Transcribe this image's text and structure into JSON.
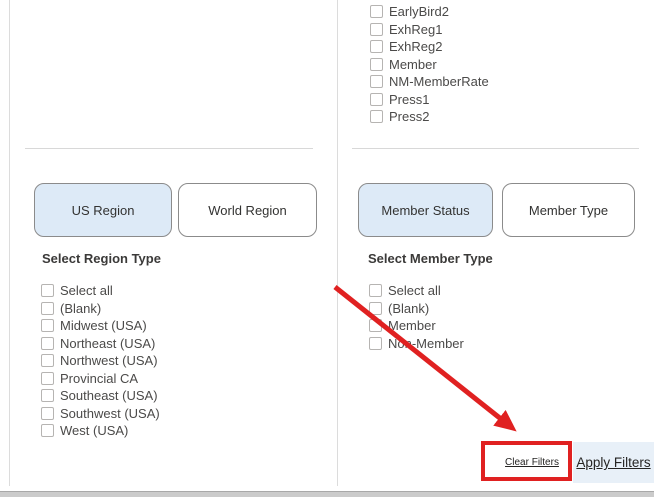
{
  "registration_list": {
    "items": [
      "EarlyBird2",
      "ExhReg1",
      "ExhReg2",
      "Member",
      "NM-MemberRate",
      "Press1",
      "Press2"
    ]
  },
  "region_panel": {
    "tabs": [
      {
        "label": "US Region",
        "selected": true
      },
      {
        "label": "World Region",
        "selected": false
      }
    ],
    "section_label": "Select Region Type",
    "items": [
      "Select all",
      "(Blank)",
      "Midwest (USA)",
      "Northeast (USA)",
      "Northwest (USA)",
      "Provincial CA",
      "Southeast (USA)",
      "Southwest (USA)",
      "West (USA)"
    ]
  },
  "member_panel": {
    "tabs": [
      {
        "label": "Member Status",
        "selected": true
      },
      {
        "label": "Member Type",
        "selected": false
      }
    ],
    "section_label": "Select Member Type",
    "items": [
      "Select all",
      "(Blank)",
      "Member",
      "Non-Member"
    ]
  },
  "footer": {
    "clear_filters_label": "Clear Filters",
    "apply_filters_label": "Apply Filters"
  },
  "colors": {
    "selected_tab_bg": "#ddeaf7",
    "apply_bg": "#e8f0f8",
    "annotation_red": "#e02121",
    "divider": "#d8d8d8"
  }
}
